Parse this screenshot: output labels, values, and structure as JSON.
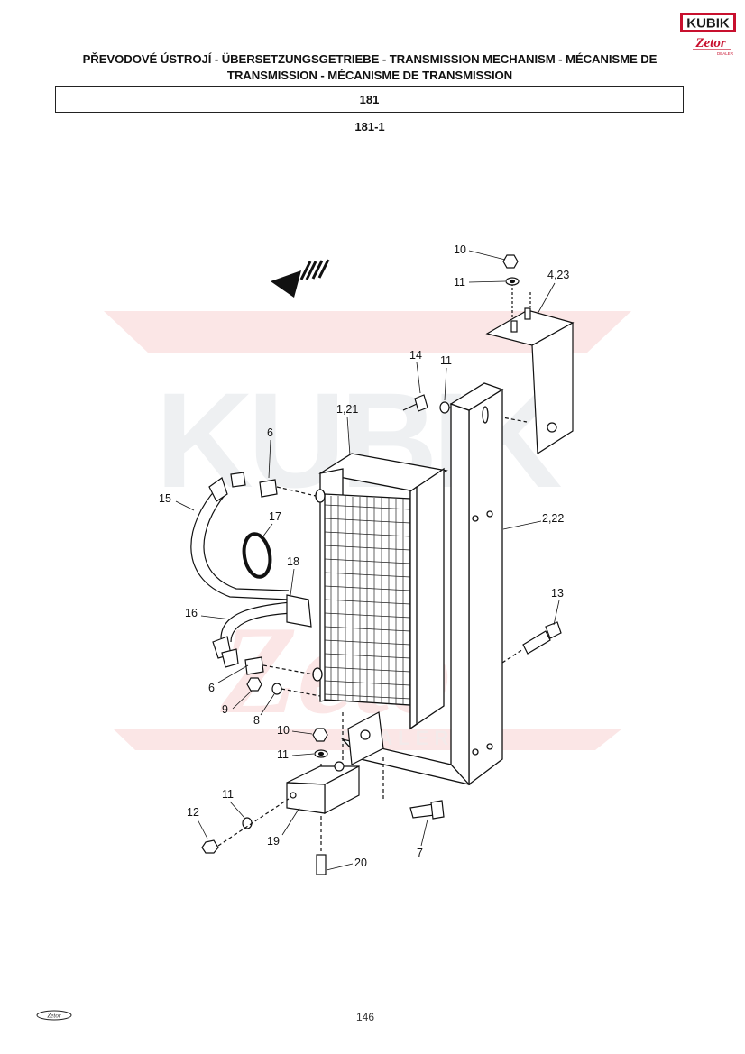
{
  "header": {
    "title_line1": "PŘEVODOVÉ ÚSTROJÍ - ÜBERSETZUNGSGETRIEBE - TRANSMISSION MECHANISM - MÉCANISME DE",
    "title_line2": "TRANSMISSION - MÉCANISME DE TRANSMISSION",
    "section_code": "181",
    "sub_code": "181-1"
  },
  "brand": {
    "name": "KUBIK",
    "sub_brand": "Zetor",
    "dealer_tag": "DEALER",
    "color_red": "#c8102e",
    "color_dark": "#1a1a1a"
  },
  "watermark": {
    "text": "KUBIK",
    "script": "Zetor",
    "tag": "DEALER",
    "color_red": "#fbe6e6",
    "color_gray": "#eef0f2"
  },
  "callouts": [
    "10",
    "11",
    "4,23",
    "14",
    "11",
    "1,21",
    "6",
    "15",
    "17",
    "2,22",
    "18",
    "16",
    "13",
    "6",
    "9",
    "8",
    "10",
    "11",
    "11",
    "12",
    "19",
    "20",
    "7"
  ],
  "footer": {
    "page_number": "146",
    "logo_text": "Zetor"
  }
}
